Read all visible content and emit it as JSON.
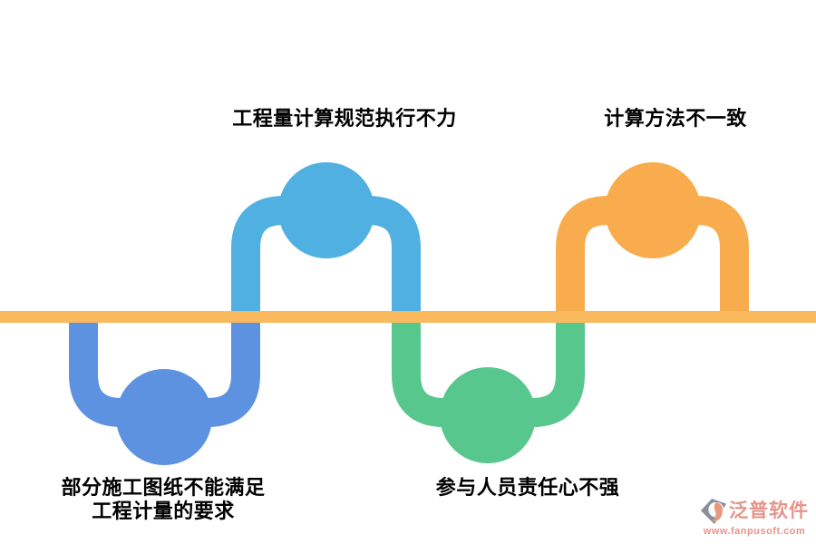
{
  "diagram": {
    "type": "wave-timeline",
    "baseline_color": "#FBB95E",
    "nodes": [
      {
        "id": "blue",
        "side": "below",
        "color": "#5C92E0",
        "label": "部分施工图纸不能满足",
        "label2": "工程计量的要求"
      },
      {
        "id": "sky",
        "side": "above",
        "color": "#4FB0E1",
        "label": "工程量计算规范执行不力",
        "label2": ""
      },
      {
        "id": "green",
        "side": "below",
        "color": "#58C78D",
        "label": "参与人员责任心不强",
        "label2": ""
      },
      {
        "id": "orange",
        "side": "above",
        "color": "#F9AC4D",
        "label": "计算方法不一致",
        "label2": ""
      }
    ]
  },
  "logo": {
    "brand": "泛普软件",
    "url": "www.fanpusoft.com",
    "text_color": "#E5958A",
    "icon_gray": "#8A8F9E",
    "icon_salmon": "#E8997B"
  }
}
